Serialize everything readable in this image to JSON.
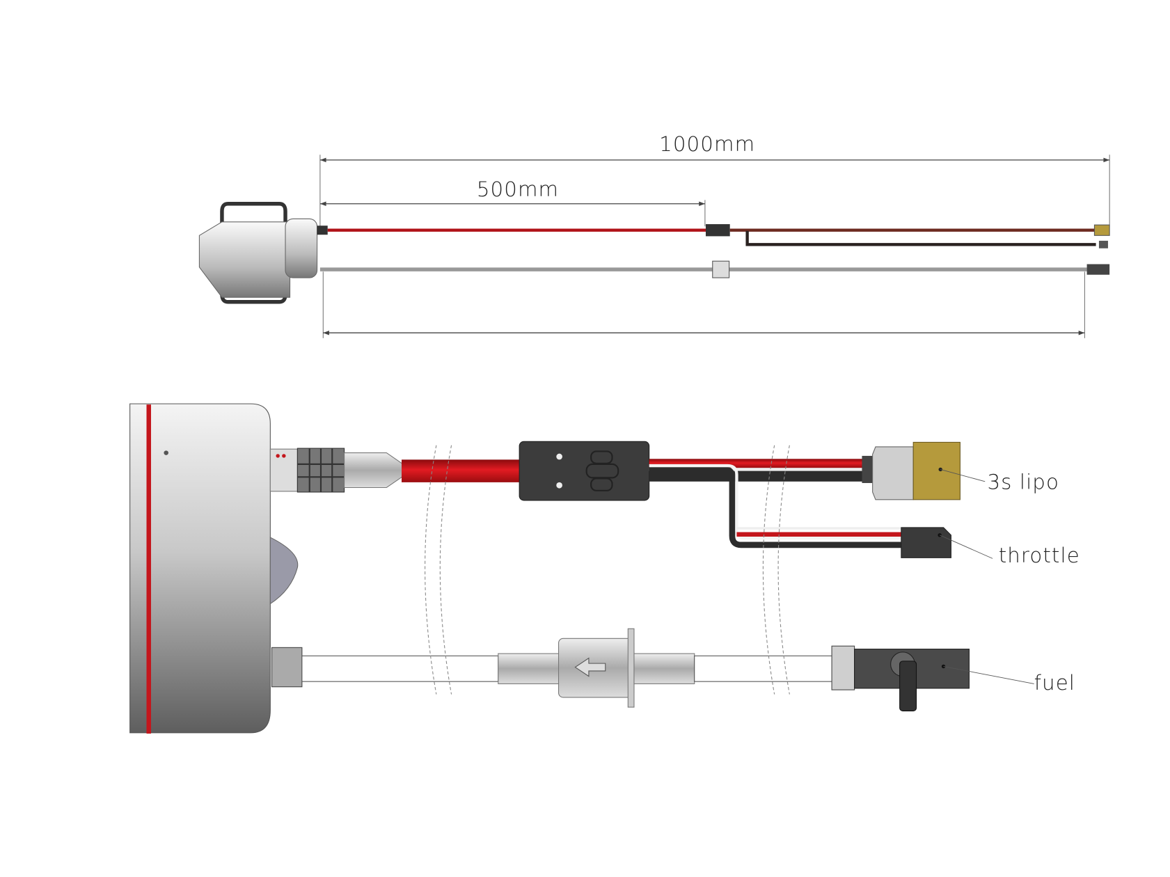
{
  "dimensions": {
    "total_length": "1000mm",
    "mid_length": "500mm"
  },
  "callouts": {
    "battery": "3s lipo",
    "throttle": "throttle",
    "fuel": "fuel"
  },
  "colors": {
    "red_wire": "#c4161c",
    "dark_wire": "#2b2b2b",
    "connector_gold": "#b59a3c",
    "body_grey": "#9a9a9a"
  }
}
